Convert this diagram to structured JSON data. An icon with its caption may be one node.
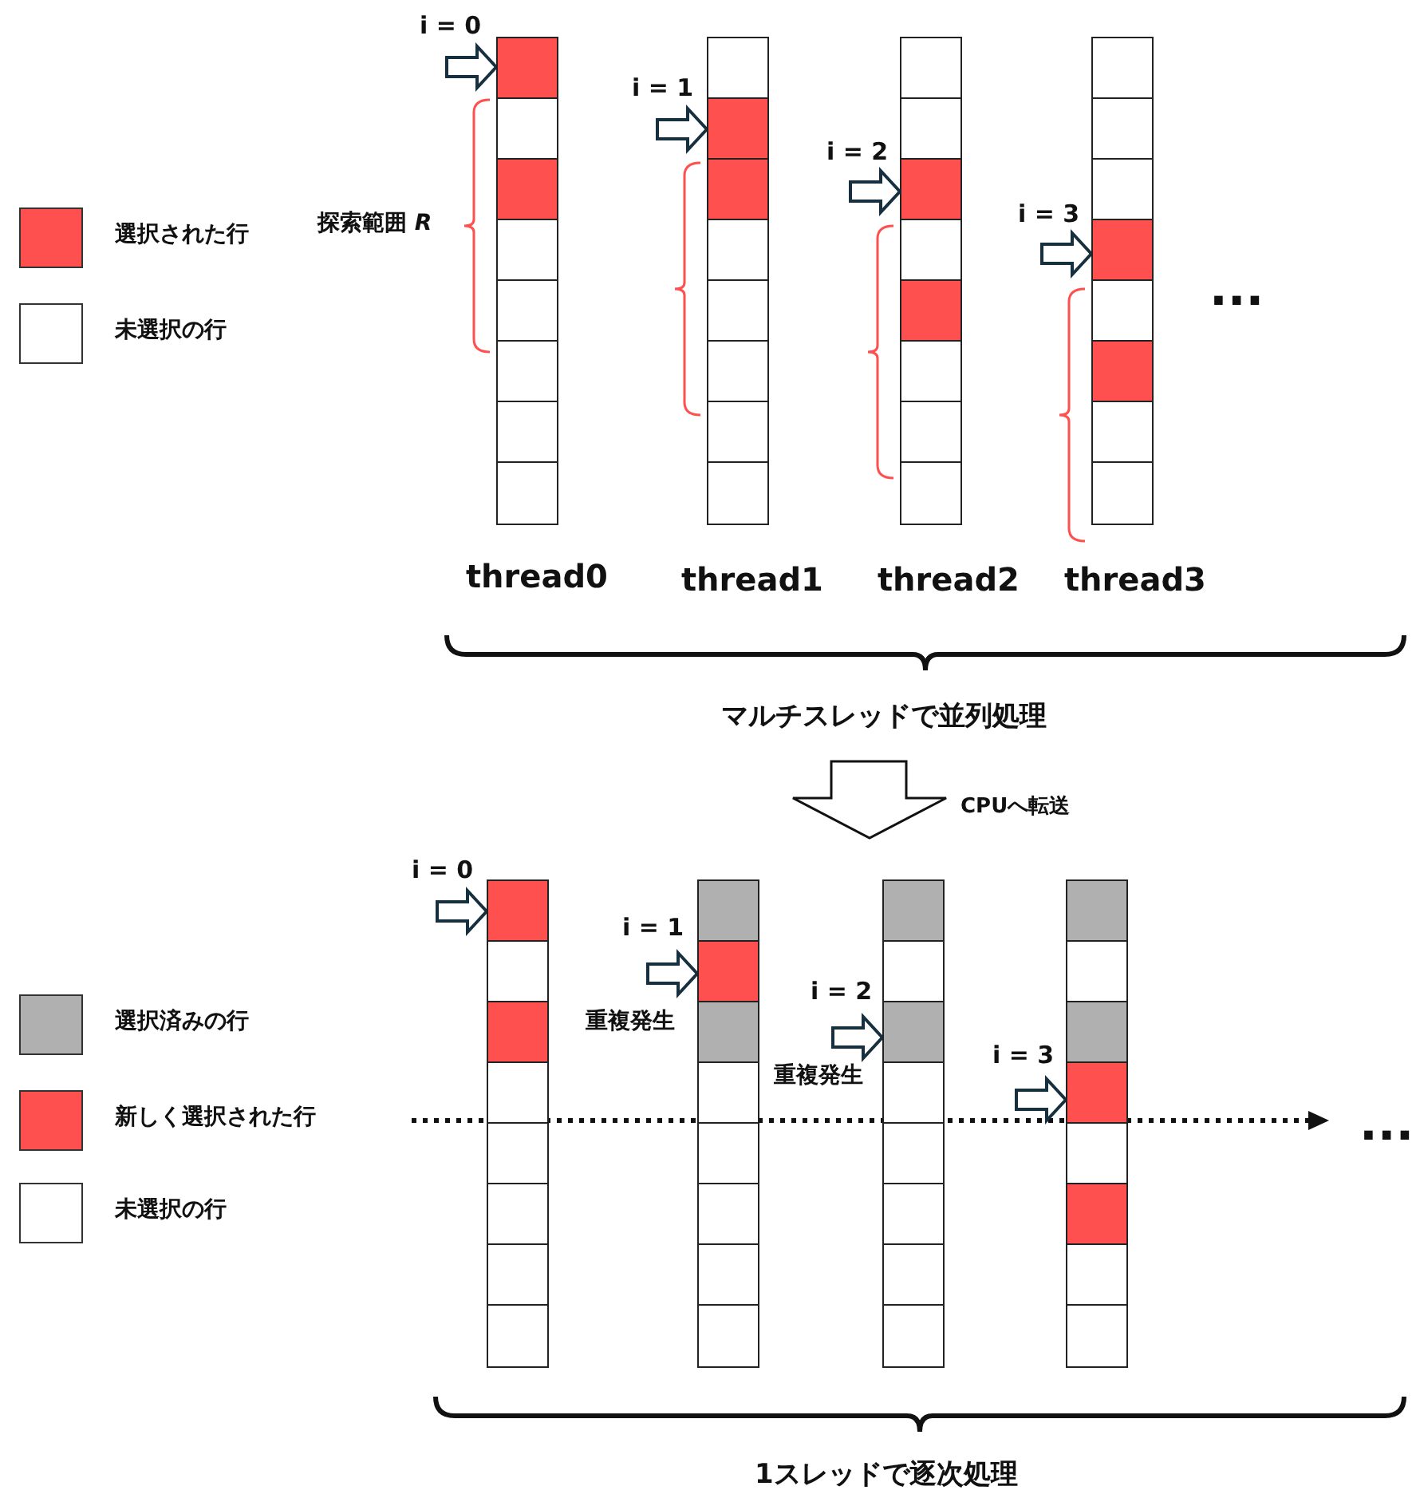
{
  "diagram": {
    "nodes": [
      {
        "text": [],
        "shape": "bar",
        "beside": [
          "thread0"
        ]
      },
      {
        "text": [],
        "shape": "bar",
        "beside": [
          "thread1"
        ]
      },
      {
        "text": [],
        "shape": "bar",
        "beside": [
          "thread2"
        ]
      },
      {
        "text": [],
        "shape": "bar",
        "beside": [
          "thread3"
        ]
      },
      {
        "text": [],
        "shape": "bar"
      },
      {
        "text": [],
        "shape": "bar"
      },
      {
        "text": [],
        "shape": "bar"
      },
      {
        "text": [],
        "shape": "bar"
      },
      {
        "text": [
          "i = 0"
        ]
      },
      {
        "text": [
          "i = 1"
        ]
      },
      {
        "text": [
          "i = 2"
        ]
      },
      {
        "text": [
          "i = 3"
        ]
      },
      {
        "text": [
          "i = 0"
        ]
      },
      {
        "text": [
          "i = 1"
        ]
      },
      {
        "text": [
          "i = 2"
        ]
      },
      {
        "text": [
          "i = 3"
        ]
      }
    ],
    "edges": [
      {
        "from": 8,
        "to": 0,
        "arrow": "to"
      },
      {
        "from": 9,
        "to": 1,
        "arrow": "to"
      },
      {
        "from": 10,
        "to": 2,
        "arrow": "to"
      },
      {
        "from": 11,
        "to": 3,
        "arrow": "to"
      },
      {
        "from": 12,
        "to": 4,
        "arrow": "to"
      },
      {
        "from": 13,
        "to": 5,
        "arrow": "to"
      },
      {
        "from": 14,
        "to": 6,
        "arrow": "to"
      },
      {
        "from": 15,
        "to": 7,
        "arrow": "to"
      }
    ],
    "labels": [
      "探索範囲 *R*",
      "...",
      "マルチスレッドで並列処理",
      "CPUへ転送",
      "重複発生",
      "重複発生",
      "...",
      "1スレッドで逐次処理"
    ],
    "legend": [
      {
        "text": "選択された行",
        "color": "#ff5050"
      },
      {
        "text": "未選択の行",
        "color": "#ffffff"
      },
      {
        "text": "選択済みの行",
        "color": "#b0b0b0"
      },
      {
        "text": "新しく選択された行",
        "color": "#ff5050"
      },
      {
        "text": "未選択の行",
        "color": "#ffffff"
      }
    ]
  }
}
